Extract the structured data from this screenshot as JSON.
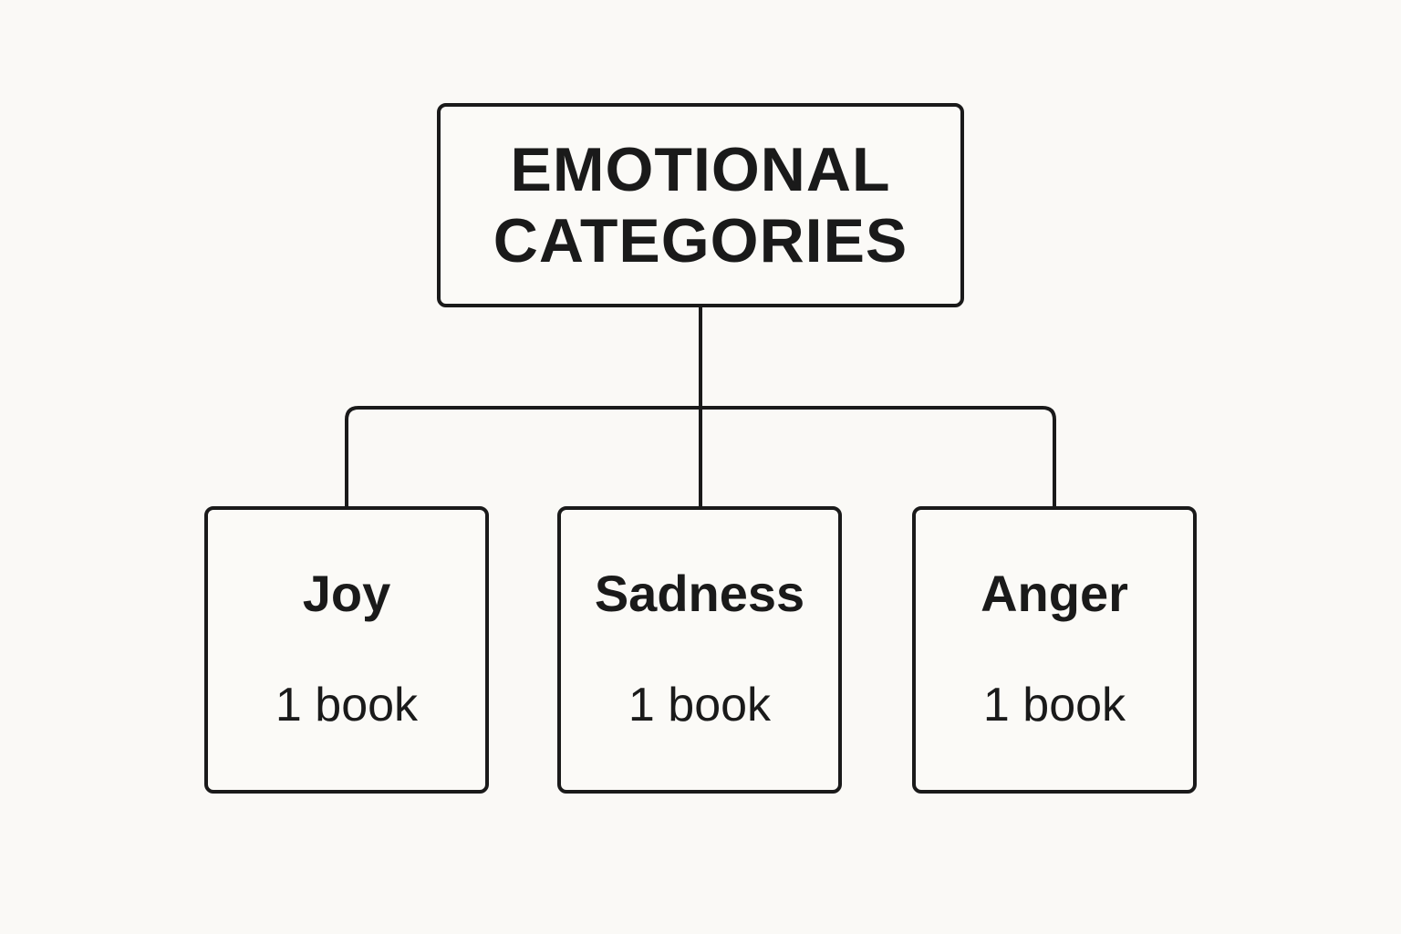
{
  "root": {
    "lines": [
      "EMOTIONAL",
      "CATEGORIES"
    ]
  },
  "children": [
    {
      "label": "Joy",
      "count": "1 book"
    },
    {
      "label": "Sadness",
      "count": "1 book"
    },
    {
      "label": "Anger",
      "count": "1 book"
    }
  ],
  "colors": {
    "background": "#faf9f6",
    "stroke": "#1a1a1a"
  }
}
